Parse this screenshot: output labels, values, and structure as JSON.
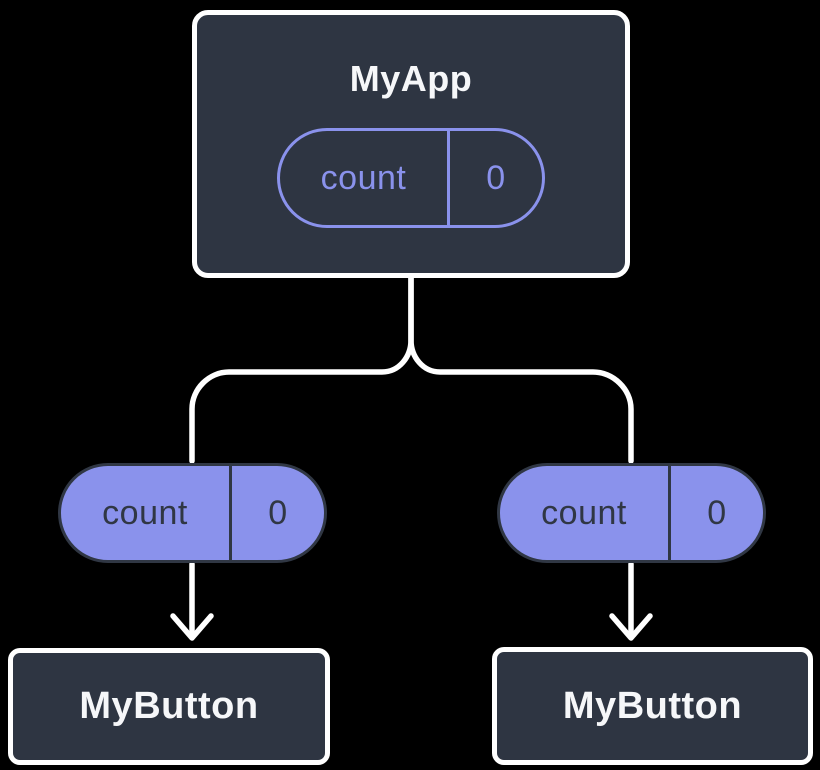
{
  "diagram": {
    "root": {
      "title": "MyApp",
      "state": {
        "label": "count",
        "value": "0"
      }
    },
    "props": [
      {
        "label": "count",
        "value": "0"
      },
      {
        "label": "count",
        "value": "0"
      }
    ],
    "children": [
      {
        "title": "MyButton"
      },
      {
        "title": "MyButton"
      }
    ]
  },
  "colors": {
    "background": "#000000",
    "node_fill": "#2E3542",
    "node_border": "#FFFFFF",
    "node_text": "#F6F7F9",
    "pill_fill": "#8A92EC",
    "pill_outline": "#8A92EC",
    "pill_dark": "#303744",
    "connector": "#FFFFFF"
  }
}
